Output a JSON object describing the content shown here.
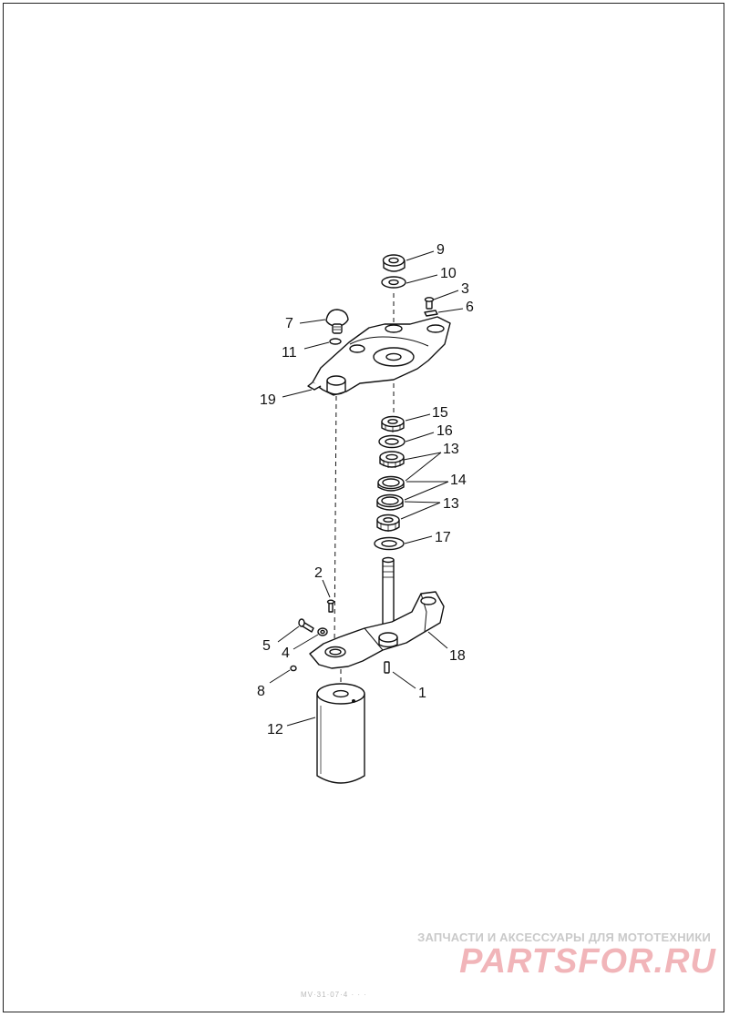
{
  "callouts": [
    {
      "id": "9",
      "label": "9"
    },
    {
      "id": "10",
      "label": "10"
    },
    {
      "id": "3",
      "label": "3"
    },
    {
      "id": "6",
      "label": "6"
    },
    {
      "id": "7",
      "label": "7"
    },
    {
      "id": "11",
      "label": "11"
    },
    {
      "id": "19",
      "label": "19"
    },
    {
      "id": "15",
      "label": "15"
    },
    {
      "id": "16",
      "label": "16"
    },
    {
      "id": "13a",
      "label": "13"
    },
    {
      "id": "14",
      "label": "14"
    },
    {
      "id": "13b",
      "label": "13"
    },
    {
      "id": "17",
      "label": "17"
    },
    {
      "id": "2",
      "label": "2"
    },
    {
      "id": "5",
      "label": "5"
    },
    {
      "id": "4",
      "label": "4"
    },
    {
      "id": "18",
      "label": "18"
    },
    {
      "id": "8",
      "label": "8"
    },
    {
      "id": "1",
      "label": "1"
    },
    {
      "id": "12",
      "label": "12"
    }
  ],
  "watermark": {
    "tagline": "ЗАПЧАСТИ И АКСЕССУАРЫ ДЛЯ МОТОТЕХНИКИ",
    "brand": "PARTSFOR.RU",
    "tagline_color": "#c9c9c9",
    "brand_color": "#f1b5b9"
  },
  "figure_code": "MV·31·07·4 · · ·"
}
